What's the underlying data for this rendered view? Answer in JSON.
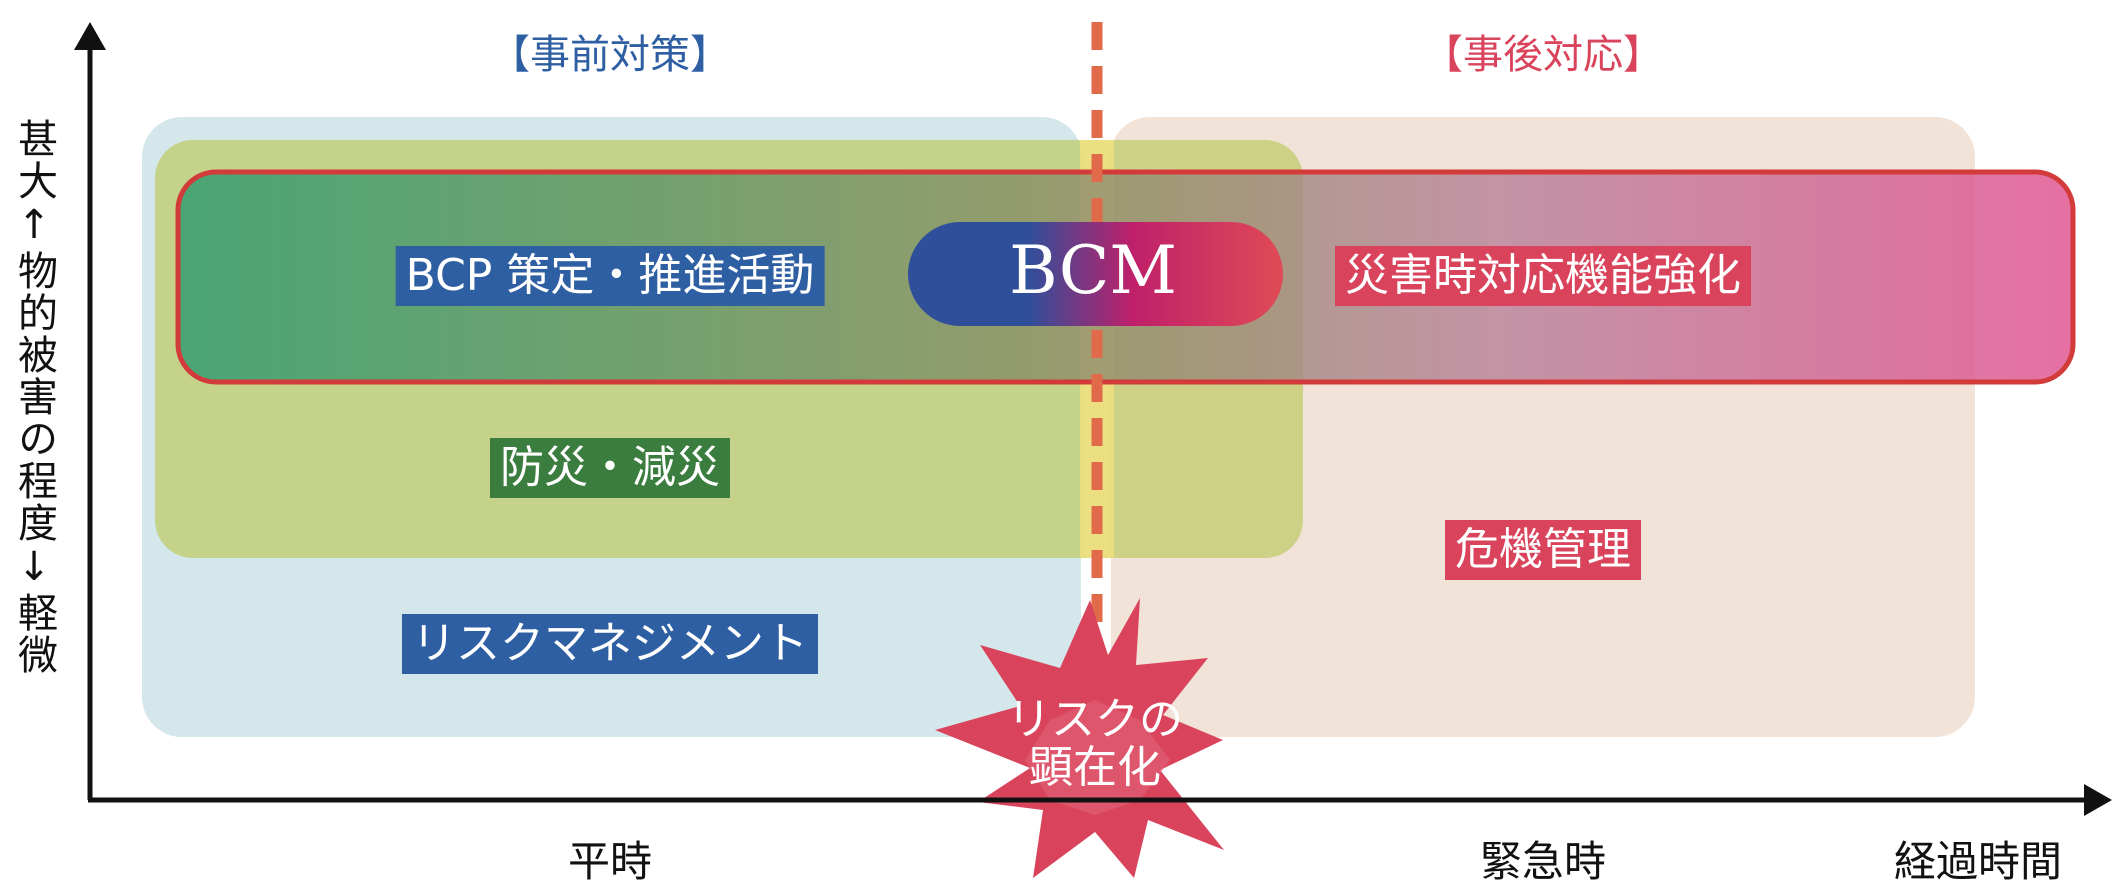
{
  "header": {
    "left": "【事前対策】",
    "right": "【事後対応】",
    "left_color": "#2f5fa3",
    "right_color": "#d9445c"
  },
  "y_axis": {
    "label": "甚大↑物的被害の程度↓軽微"
  },
  "x_axis": {
    "normal": "平時",
    "emergency": "緊急時",
    "elapsed": "経過時間"
  },
  "labels": {
    "bcp": "BCP 策定・推進活動",
    "bcm": "BCM",
    "disaster_response": "災害時対応機能強化",
    "prevention": "防災・減災",
    "risk_management": "リスクマネジメント",
    "crisis_management": "危機管理",
    "risk_event_line1": "リスクの",
    "risk_event_line2": "顕在化"
  },
  "colors": {
    "blue_label": "#2f5fa3",
    "green_label": "#3a7d3f",
    "pink_label": "#d9445c",
    "risk_region": "#d4e7ea",
    "prevention_region": "#c9d38b",
    "crisis_region": "#f2e3d8",
    "bcm_band_border": "#d33a3a",
    "divider": "#e06a4a",
    "burst": "#d9445c"
  }
}
